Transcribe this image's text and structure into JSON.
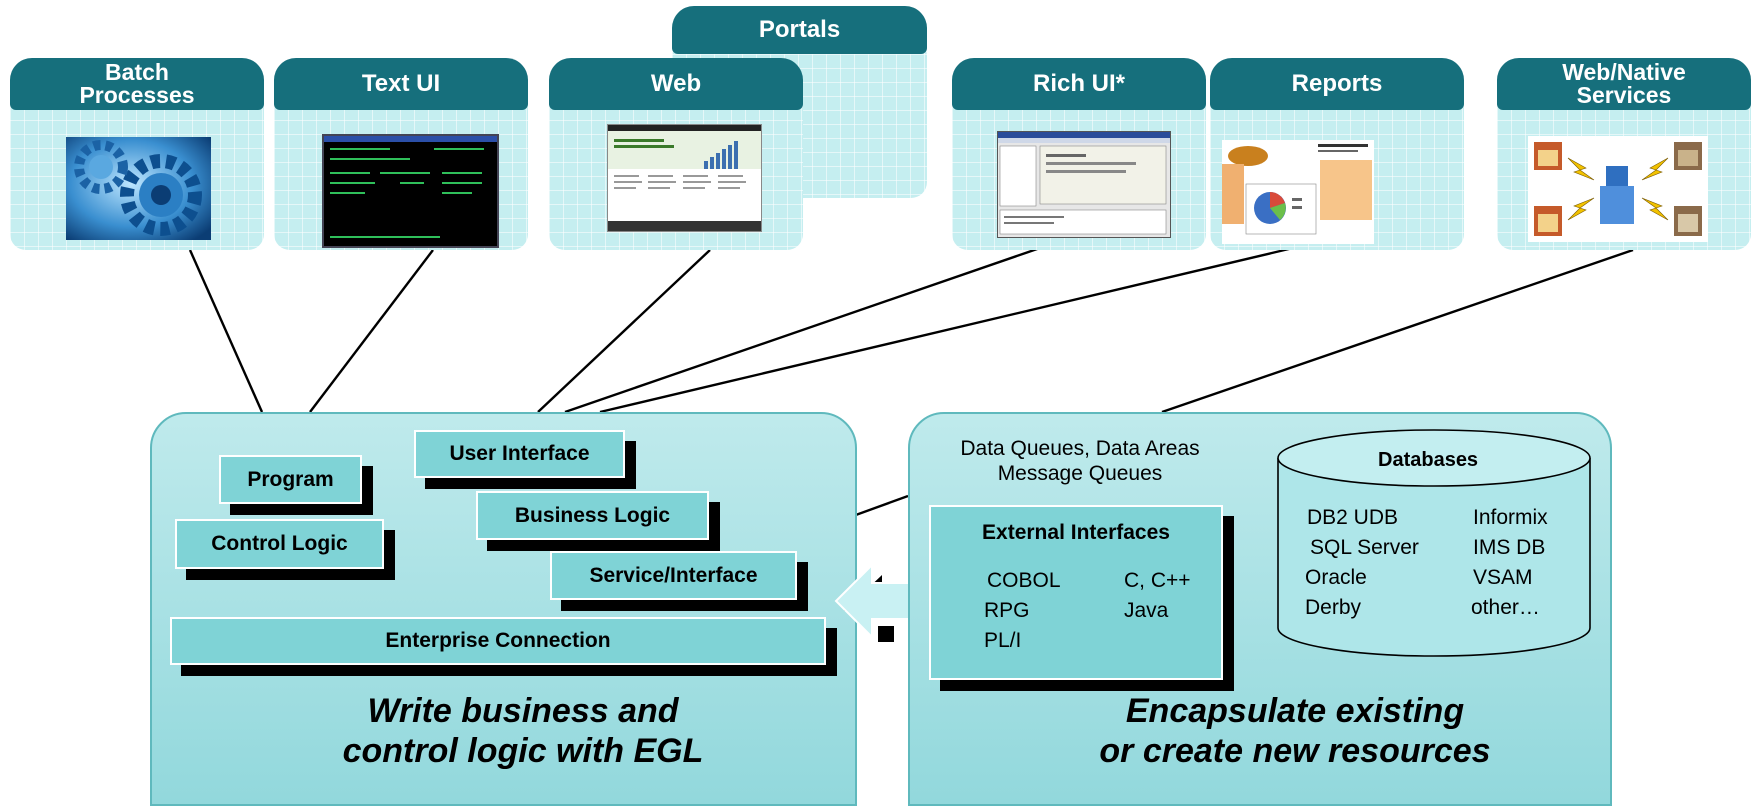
{
  "top_tiles": {
    "portals": "Portals",
    "batch": [
      "Batch",
      "Processes"
    ],
    "text_ui": "Text UI",
    "web": "Web",
    "rich_ui": "Rich UI*",
    "reports": "Reports",
    "web_native": [
      "Web/Native",
      "Services"
    ]
  },
  "left_panel": {
    "program": "Program",
    "user_interface": "User Interface",
    "business_logic": "Business Logic",
    "control_logic": "Control Logic",
    "service_interface": "Service/Interface",
    "enterprise_connection": "Enterprise Connection",
    "caption": [
      "Write business and",
      "control logic with EGL"
    ]
  },
  "right_panel": {
    "queues": [
      "Data Queues, Data Areas",
      "Message Queues"
    ],
    "external_interfaces": {
      "title": "External Interfaces",
      "items": [
        "COBOL",
        "C, C++",
        "RPG",
        "Java",
        "PL/I"
      ]
    },
    "databases": {
      "title": "Databases",
      "items": [
        "DB2 UDB",
        "Informix",
        "SQL Server",
        "IMS DB",
        "Oracle",
        "VSAM",
        "Derby",
        "other…"
      ]
    },
    "caption": [
      "Encapsulate existing",
      "or create new resources"
    ]
  },
  "colors": {
    "tab": "#166f7c",
    "tile": "#c5eef0",
    "panel": "#a6e1e4",
    "box": "#7fd3d6",
    "shadow": "#000000"
  }
}
